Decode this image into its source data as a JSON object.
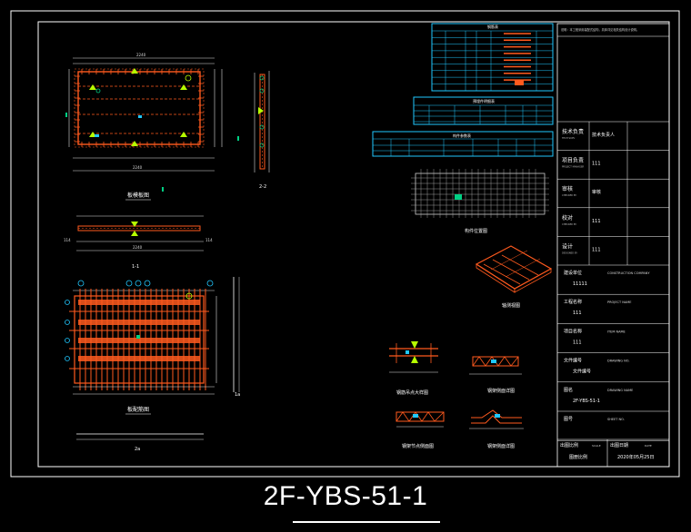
{
  "colors": {
    "frame": "#ffffff",
    "rebar": "#ff5a1e",
    "dim": "#e8e8e8",
    "accent": "#00d084",
    "cyan": "#20c8ff",
    "highlight": "#b6ff00"
  },
  "drawing_number": "2F-YBS-51-1",
  "views": {
    "mold_plan": "板模板图",
    "rebar_plan": "板配筋图",
    "section_1": "1-1",
    "section_2": "2-2",
    "component_location": "构件位置图",
    "axonometric": "轴测视图",
    "detail_a": "钢筋吊点大样图",
    "detail_b": "钢架侧面详图",
    "detail_c": "钢架节点侧面图",
    "detail_d": "钢架侧面详图",
    "dim_2a": "2a",
    "dim_1a": "1a",
    "dims": {
      "top": "2240",
      "bottom": "2240",
      "s1": "2240",
      "left": "114",
      "right": "114"
    }
  },
  "tables": {
    "rebar_table_title": "钢筋表",
    "parts_table_title": "预埋件明细表",
    "component_table_title": "构件参数表",
    "side_note": "说明：本工程采用装配式结构，具体详见相关结构设计说明。"
  },
  "title_block": {
    "rows": [
      {
        "label": "技术负责",
        "value": "技术负责人",
        "sub": "TECH SUPV"
      },
      {
        "label": "项目负责",
        "value": "111",
        "sub": "PROJECT MANAGER"
      },
      {
        "label": "审核",
        "value": "审核",
        "sub": "CHECKED BY"
      },
      {
        "label": "校对",
        "value": "111",
        "sub": "CHECKED BY"
      },
      {
        "label": "设计",
        "value": "111",
        "sub": "DESIGNED BY"
      },
      {
        "label": "建设单位",
        "value": "11111",
        "en": "CONSTRUCTION COMPANY"
      },
      {
        "label": "工程名称",
        "value": "111",
        "en": "PROJECT NAME"
      },
      {
        "label": "项目名称",
        "value": "111",
        "en": "ITEM NAME"
      },
      {
        "label": "文件编号",
        "value": "文件编号",
        "en": "DRAWING NO."
      },
      {
        "label": "图名",
        "value": "2F-YBS-51-1",
        "en": "DRAWING NAME"
      },
      {
        "label": "图号",
        "value": "",
        "en": "SHEET NO."
      }
    ],
    "scale_label": "出图比例",
    "scale_en": "SCALE",
    "scale_value": "图册比例",
    "date_label": "出图日期",
    "date_en": "DATE",
    "date_value": "2020年05月25日"
  }
}
